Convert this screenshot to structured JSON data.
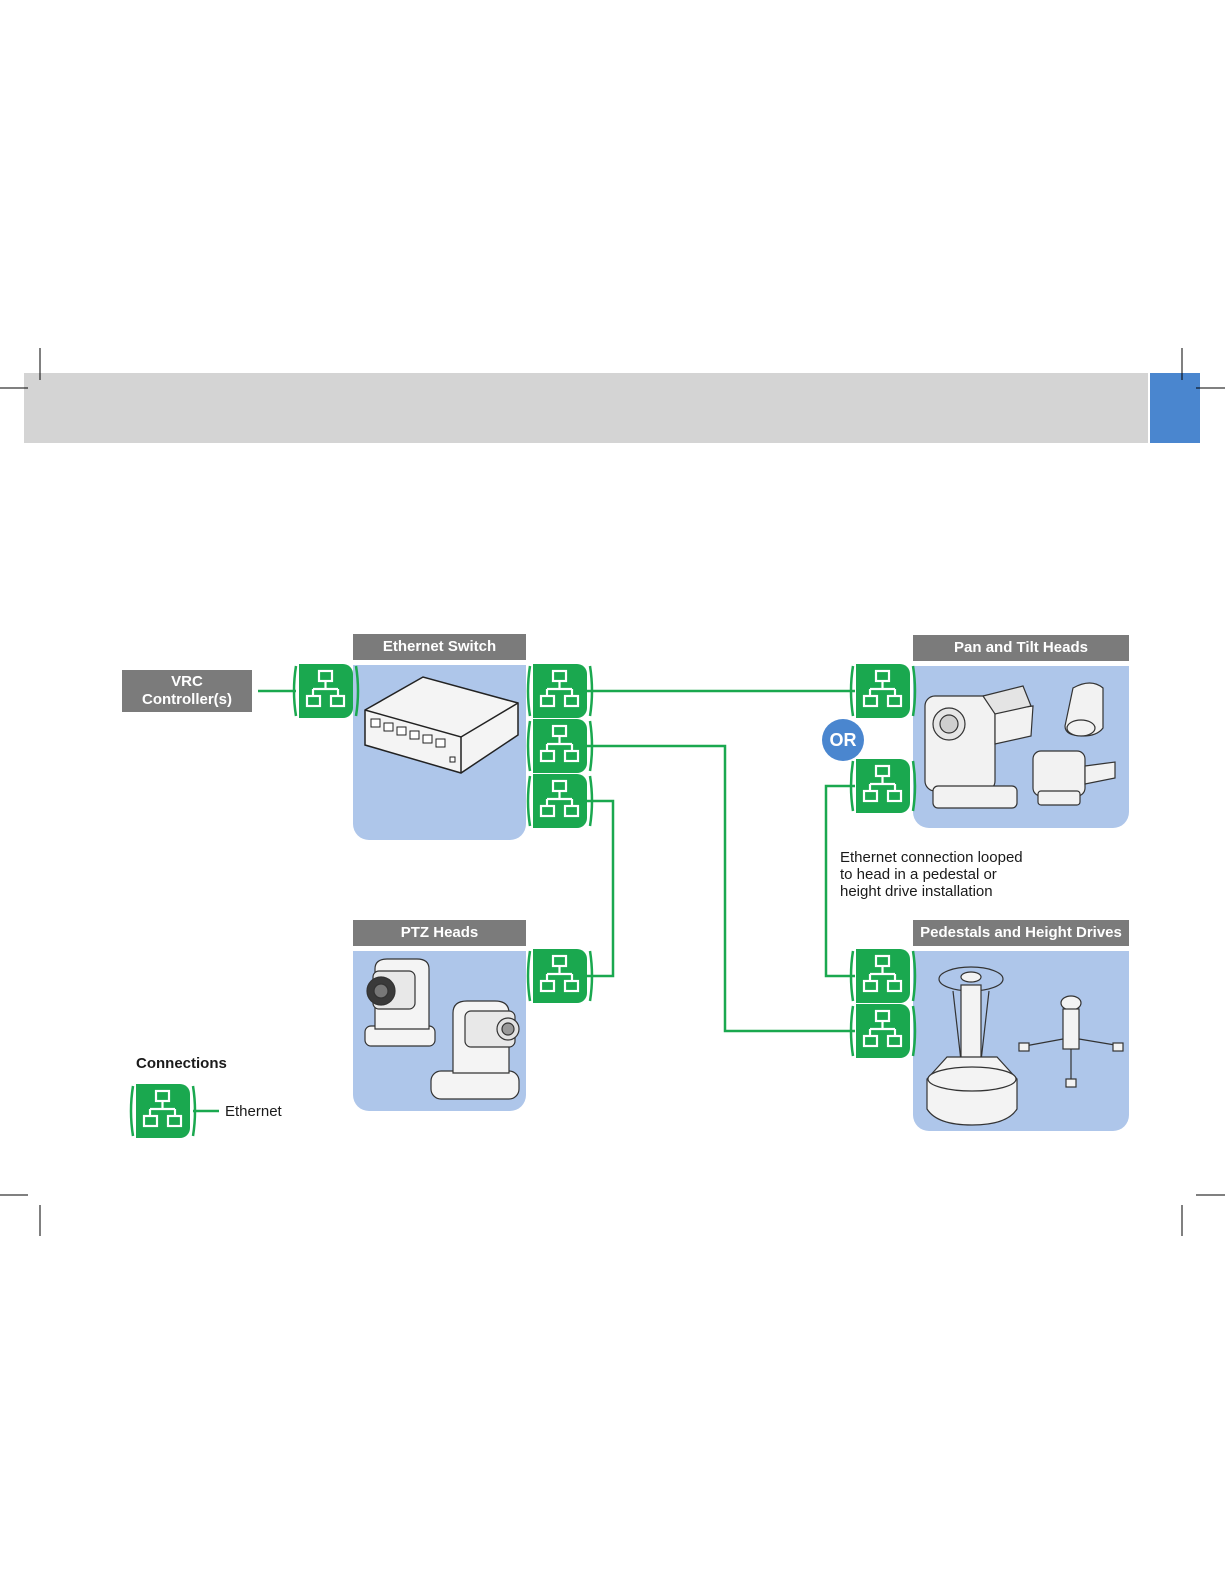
{
  "colors": {
    "header_band": "#d4d4d4",
    "header_tab": "#4a86cf",
    "label_bg": "#7b7b7b",
    "panel_bg": "#aec6ea",
    "ethernet_green": "#1aa84f",
    "or_badge": "#4a86cf"
  },
  "diagram": {
    "vrc_controller": {
      "line1": "VRC",
      "line2": "Controller(s)"
    },
    "ethernet_switch": {
      "title": "Ethernet Switch"
    },
    "pan_tilt_heads": {
      "title": "Pan and Tilt Heads"
    },
    "ptz_heads": {
      "title": "PTZ Heads"
    },
    "pedestals": {
      "title": "Pedestals and Height Drives"
    },
    "or_label": "OR",
    "loop_note": {
      "line1": "Ethernet connection looped",
      "line2": "to head in a pedestal or",
      "line3": "height drive installation"
    },
    "legend": {
      "title": "Connections",
      "ethernet_label": "Ethernet",
      "icon": "network-icon"
    }
  }
}
